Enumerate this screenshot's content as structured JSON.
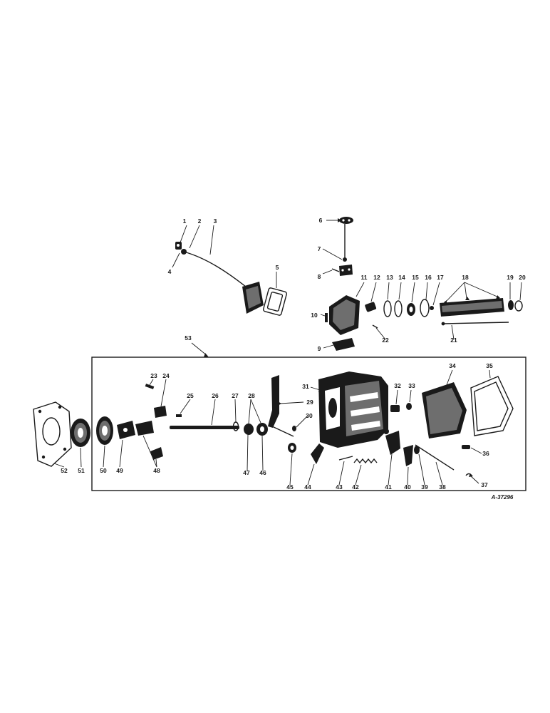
{
  "drawing_code": "A-37296",
  "callouts": [
    "1",
    "2",
    "3",
    "4",
    "5",
    "6",
    "7",
    "8",
    "9",
    "10",
    "11",
    "12",
    "13",
    "14",
    "15",
    "16",
    "17",
    "18",
    "19",
    "20",
    "21",
    "22",
    "23",
    "24",
    "25",
    "26",
    "27",
    "28",
    "29",
    "30",
    "31",
    "32",
    "33",
    "34",
    "35",
    "36",
    "37",
    "38",
    "39",
    "40",
    "41",
    "42",
    "43",
    "44",
    "45",
    "46",
    "47",
    "48",
    "49",
    "50",
    "51",
    "52",
    "53"
  ],
  "colors": {
    "ink": "#1a1a1a",
    "paper": "#ffffff",
    "shade": "#6e6e6e"
  }
}
